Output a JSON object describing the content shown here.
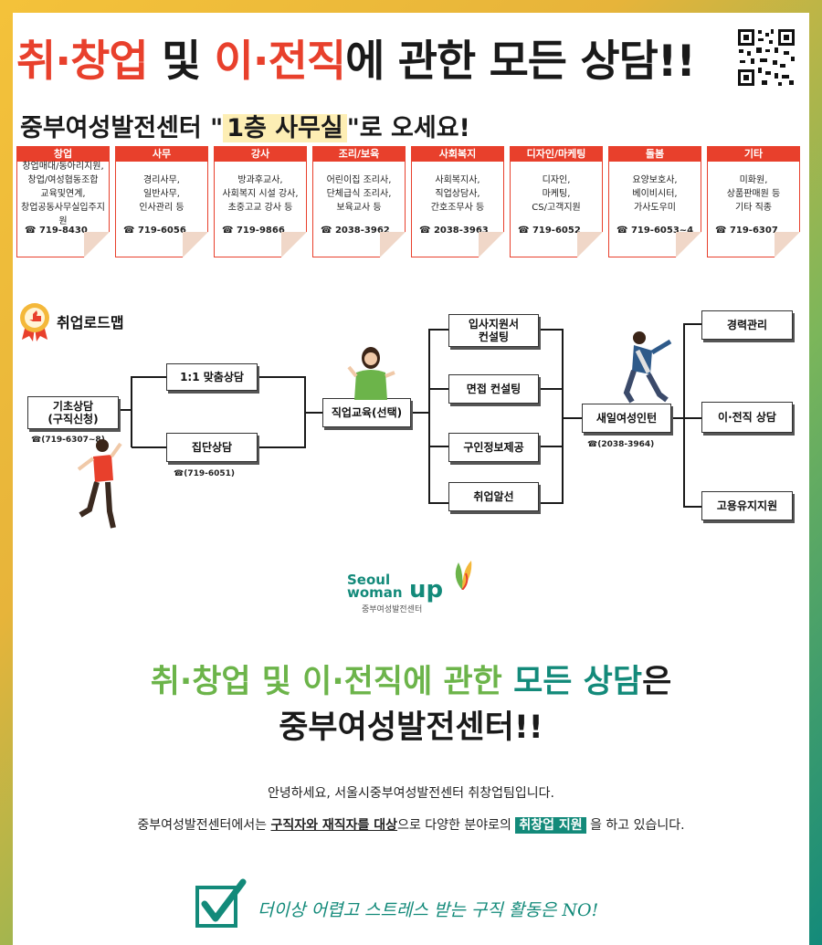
{
  "headline": {
    "part1": "취·창업",
    "part2": " 및 ",
    "part3": "이·전직",
    "part4": "에 관한 모든 상담!!"
  },
  "subhead": {
    "before": "중부여성발전센터 \"",
    "highlight": "1층 사무실",
    "after": "\"로 오세요!"
  },
  "cards": [
    {
      "title": "창업",
      "desc": "창업매대/동아리지원,\n창업/여성협동조합\n교육및연계,\n창업공동사무실입주지원",
      "phone": "719-8430"
    },
    {
      "title": "사무",
      "desc": "경리사무,\n일반사무,\n인사관리 등",
      "phone": "719-6056"
    },
    {
      "title": "강사",
      "desc": "방과후교사,\n사회복지 시설 강사,\n초중고교 강사 등",
      "phone": "719-9866"
    },
    {
      "title": "조리/보육",
      "desc": "어린이집 조리사,\n단체급식 조리사,\n보육교사 등",
      "phone": "2038-3962"
    },
    {
      "title": "사회복지",
      "desc": "사회복지사,\n직업상담사,\n간호조무사 등",
      "phone": "2038-3963"
    },
    {
      "title": "디자인/마케팅",
      "desc": "디자인,\n마케팅,\nCS/고객지원",
      "phone": "719-6052"
    },
    {
      "title": "돌봄",
      "desc": "요양보호사,\n베이비시터,\n가사도우미",
      "phone": "719-6053~4"
    },
    {
      "title": "기타",
      "desc": "미화원,\n상품판매원 등\n기타 직종",
      "phone": "719-6307"
    }
  ],
  "roadmap": {
    "title": "취업로드맵",
    "basic": "기초상담\n(구직신청)",
    "basic_phone": "☎(719-6307~8)",
    "one_on_one": "1:1 맞춤상담",
    "group": "집단상담",
    "group_phone": "☎(719-6051)",
    "training": "직업교육(선택)",
    "resume": "입사지원서\n컨설팅",
    "interview": "면접 컨설팅",
    "jobinfo": "구인정보제공",
    "placement": "취업알선",
    "intern": "새일여성인턴",
    "intern_phone": "☎(2038-3964)",
    "career": "경력관리",
    "transfer": "이·전직 상담",
    "retention": "고용유지지원"
  },
  "logo": {
    "line1": "Seoul",
    "line2": "woman",
    "line3": "up",
    "sub": "중부여성발전센터"
  },
  "big": {
    "part1": "취·창업 및 이·전직에 관한 ",
    "part2": "모든 상담",
    "part3": "은",
    "line2": "중부여성발전센터!!"
  },
  "intro": {
    "line1": "안녕하세요, 서울시중부여성발전센터 취창업팀입니다.",
    "l2a": "중부여성발전센터에서는 ",
    "l2b": "구직자와 재직자를 대상",
    "l2c": "으로 다양한 분야로의 ",
    "l2d": "취창업 지원",
    "l2e": " 을 하고 있습니다."
  },
  "slogan": "더이상 어렵고 스트레스 받는 구직 활동은 NO!",
  "colors": {
    "red": "#e8402c",
    "green": "#6cb44a",
    "teal": "#138a7a",
    "highlight": "#fdeeb4"
  }
}
